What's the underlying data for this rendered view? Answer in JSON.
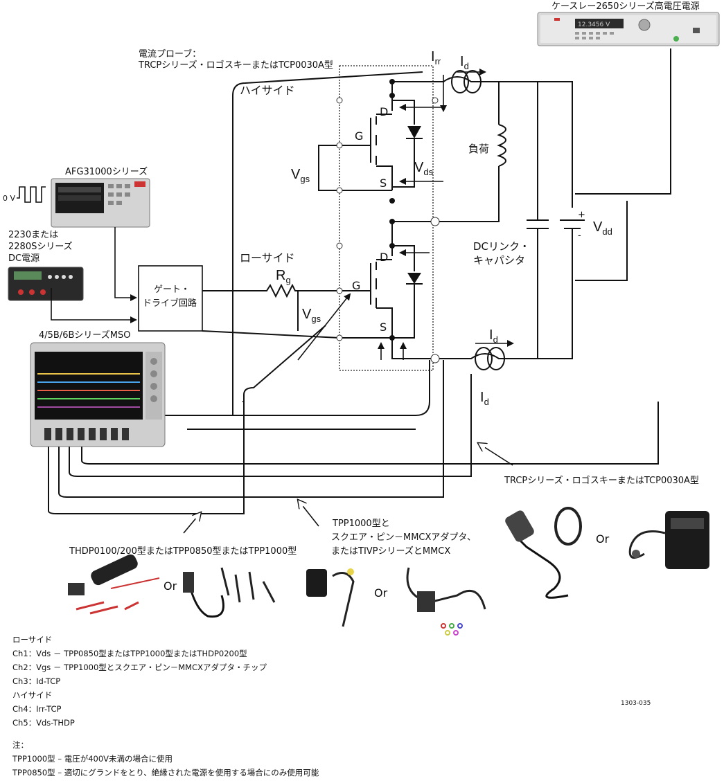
{
  "labels": {
    "keithley": "ケースレー2650シリーズ高電圧電源",
    "probe_top_1": "電流プローブ：",
    "probe_top_2": "TRCPシリーズ・ロゴスキーまたはTCP0030A型",
    "high_side": "ハイサイド",
    "low_side": "ローサイド",
    "afg": "AFG31000シリーズ",
    "zero_v": "0 V",
    "dc_supply_1": "2230または",
    "dc_supply_2": "2280Sシリーズ",
    "dc_supply_3": "DC電源",
    "gate_drive_1": "ゲート・",
    "gate_drive_2": "ドライブ回路",
    "mso": "4/5B/6BシリーズMSO",
    "load": "負荷",
    "dc_link_1": "DCリンク・",
    "dc_link_2": "キャパシタ",
    "vdd": "V",
    "vdd_sub": "dd",
    "vgs": "V",
    "vgs_sub": "gs",
    "vds": "V",
    "vds_sub": "ds",
    "rg": "R",
    "rg_sub": "g",
    "irr": "I",
    "irr_sub": "rr",
    "id": "I",
    "id_sub": "d",
    "d": "D",
    "g": "G",
    "s": "S",
    "plus": "+",
    "minus": "-",
    "trcp_probe": "TRCPシリーズ・ロゴスキーまたはTCP0030A型",
    "tpp_1": "TPP1000型と",
    "tpp_2": "スクエア・ピン－MMCXアダプタ、",
    "tpp_3": "またはTIVPシリーズとMMCX",
    "thdp": "THDP0100/200型またはTPP0850型またはTPP1000型",
    "or": "Or",
    "fig_no": "1303-035",
    "screen_text": "12.3456 V"
  },
  "notes": [
    "ローサイド",
    "Ch1：Vds － TPP0850型またはTPP1000型またはTHDP0200型",
    "Ch2：Vgs － TPP1000型とスクエア・ピン－MMCXアダプタ・チップ",
    "Ch3：Id-TCP",
    "ハイサイド",
    "Ch4：Irr-TCP",
    "Ch5：Vds-THDP"
  ],
  "notes2": [
    "注：",
    "TPP1000型 – 電圧が400V未満の場合に使用",
    "TPP0850型 – 適切にグランドをとり、絶縁された電源を使用する場合にのみ使用可能"
  ]
}
